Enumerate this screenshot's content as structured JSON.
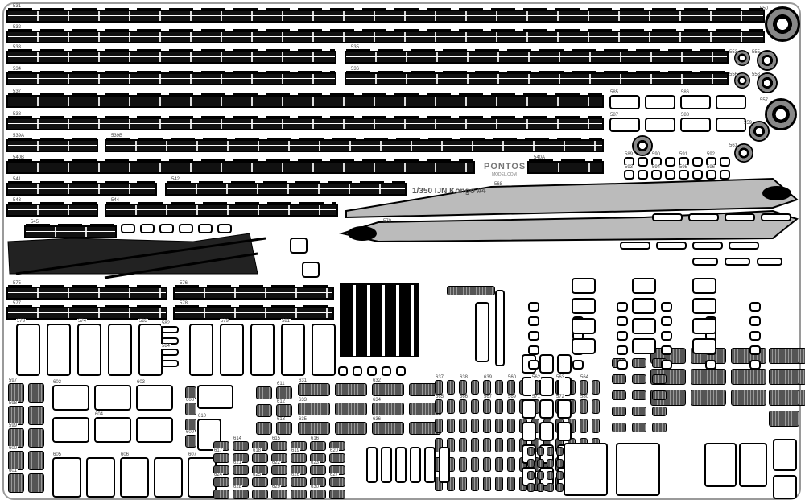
{
  "title": "1/350 IJN Kongo #4",
  "logo": {
    "name": "PONTOS",
    "sub": "MODEL.COM"
  },
  "rails": [
    {
      "label": "531"
    },
    {
      "label": "532"
    },
    {
      "label": "533"
    },
    {
      "label": "535"
    },
    {
      "label": "534"
    },
    {
      "label": "536"
    },
    {
      "label": "537"
    },
    {
      "label": "538"
    },
    {
      "label": "539A"
    },
    {
      "label": "539B"
    },
    {
      "label": "540B"
    },
    {
      "label": "540A"
    },
    {
      "label": "541"
    },
    {
      "label": "542"
    },
    {
      "label": "543"
    },
    {
      "label": "544"
    },
    {
      "label": "545"
    },
    {
      "label": "575"
    },
    {
      "label": "576"
    },
    {
      "label": "577"
    },
    {
      "label": "578"
    }
  ],
  "hull_parts": [
    {
      "label": "568"
    },
    {
      "label": "570"
    }
  ],
  "discs": [
    {
      "label": "550"
    },
    {
      "label": "553"
    },
    {
      "label": "555"
    },
    {
      "label": "556"
    },
    {
      "label": "558"
    },
    {
      "label": "557"
    },
    {
      "label": "559"
    },
    {
      "label": "561"
    }
  ],
  "small_labels": [
    "573",
    "574",
    "583",
    "579",
    "581",
    "582",
    "584",
    "585",
    "586",
    "587",
    "588",
    "589",
    "590",
    "591",
    "592",
    "593",
    "594",
    "595",
    "596",
    "597",
    "598",
    "599",
    "600",
    "601",
    "602",
    "603",
    "604",
    "605",
    "606",
    "607",
    "608",
    "609",
    "610",
    "611",
    "612",
    "613",
    "614",
    "615",
    "616",
    "617",
    "618",
    "619",
    "620",
    "621",
    "622",
    "623",
    "624",
    "625",
    "626",
    "627",
    "628",
    "629",
    "630",
    "631",
    "632",
    "633",
    "634",
    "635",
    "636",
    "637",
    "638",
    "639",
    "560",
    "562",
    "563",
    "564",
    "565",
    "566",
    "567",
    "569",
    "571",
    "572",
    "580"
  ]
}
